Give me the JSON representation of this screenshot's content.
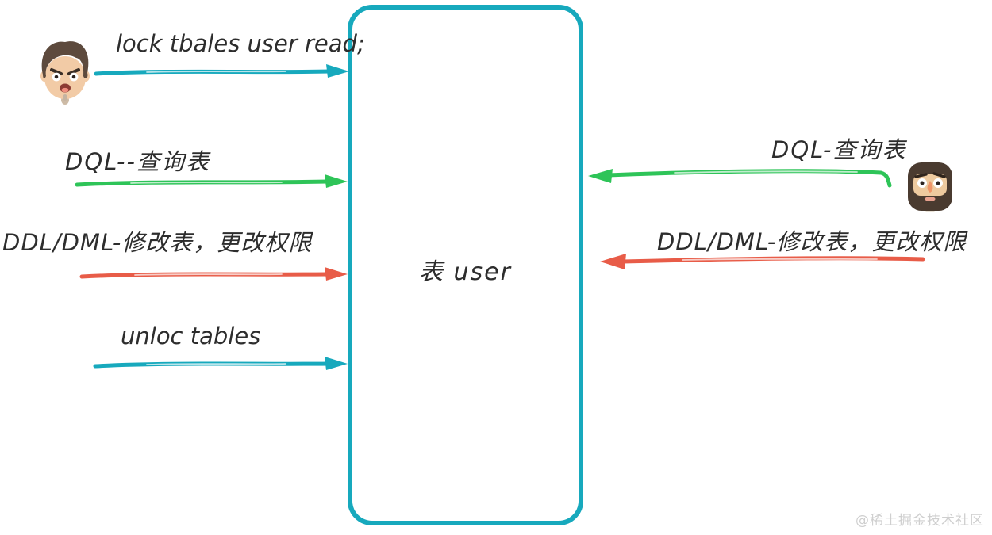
{
  "diagram": {
    "table_box": {
      "label": "表 user",
      "stroke": "#17a9bd"
    },
    "left_messages": [
      {
        "label": "lock tbales user read;",
        "color": "#17a9bd",
        "direction": "right"
      },
      {
        "label": "DQL--查询表",
        "color": "#2ec458",
        "direction": "right"
      },
      {
        "label": "DDL/DML-修改表，更改权限",
        "color": "#e85c48",
        "direction": "right"
      },
      {
        "label": "unloc tables",
        "color": "#17a9bd",
        "direction": "right"
      }
    ],
    "right_messages": [
      {
        "label": "DQL-查询表",
        "color": "#2ec458",
        "direction": "left"
      },
      {
        "label": "DDL/DML-修改表，更改权限",
        "color": "#e85c48",
        "direction": "left"
      }
    ],
    "watermark": "@稀土掘金技术社区"
  }
}
